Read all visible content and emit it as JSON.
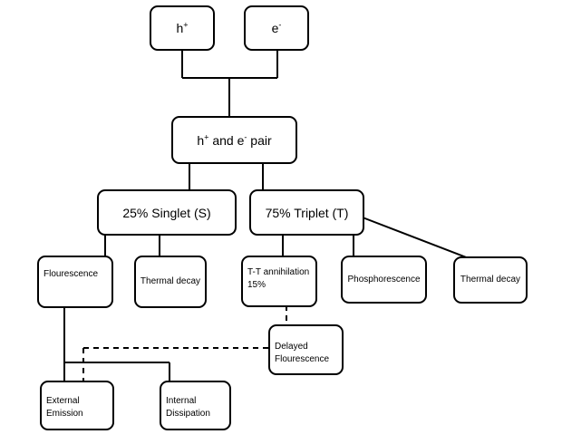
{
  "nodes": {
    "hole": {
      "main": "h",
      "sup": "+"
    },
    "electron": {
      "main": "e",
      "sup": "-"
    },
    "pair": {
      "h": "h",
      "h_sup": "+",
      "mid": " and e",
      "e_sup": "-",
      "tail": " pair"
    },
    "singlet": "25% Singlet (S)",
    "triplet": "75% Triplet (T)",
    "fluorescence": "Flourescence",
    "thermal_decay_singlet": "Thermal decay",
    "tt_annihilation": "T-T annihilation\n15%",
    "phosphorescence": "Phosphorescence",
    "thermal_decay_triplet": "Thermal decay",
    "delayed_fluorescence": "Delayed\nFlourescence",
    "external_emission": "External\nEmission",
    "internal_dissipation": "Internal\nDissipation"
  }
}
